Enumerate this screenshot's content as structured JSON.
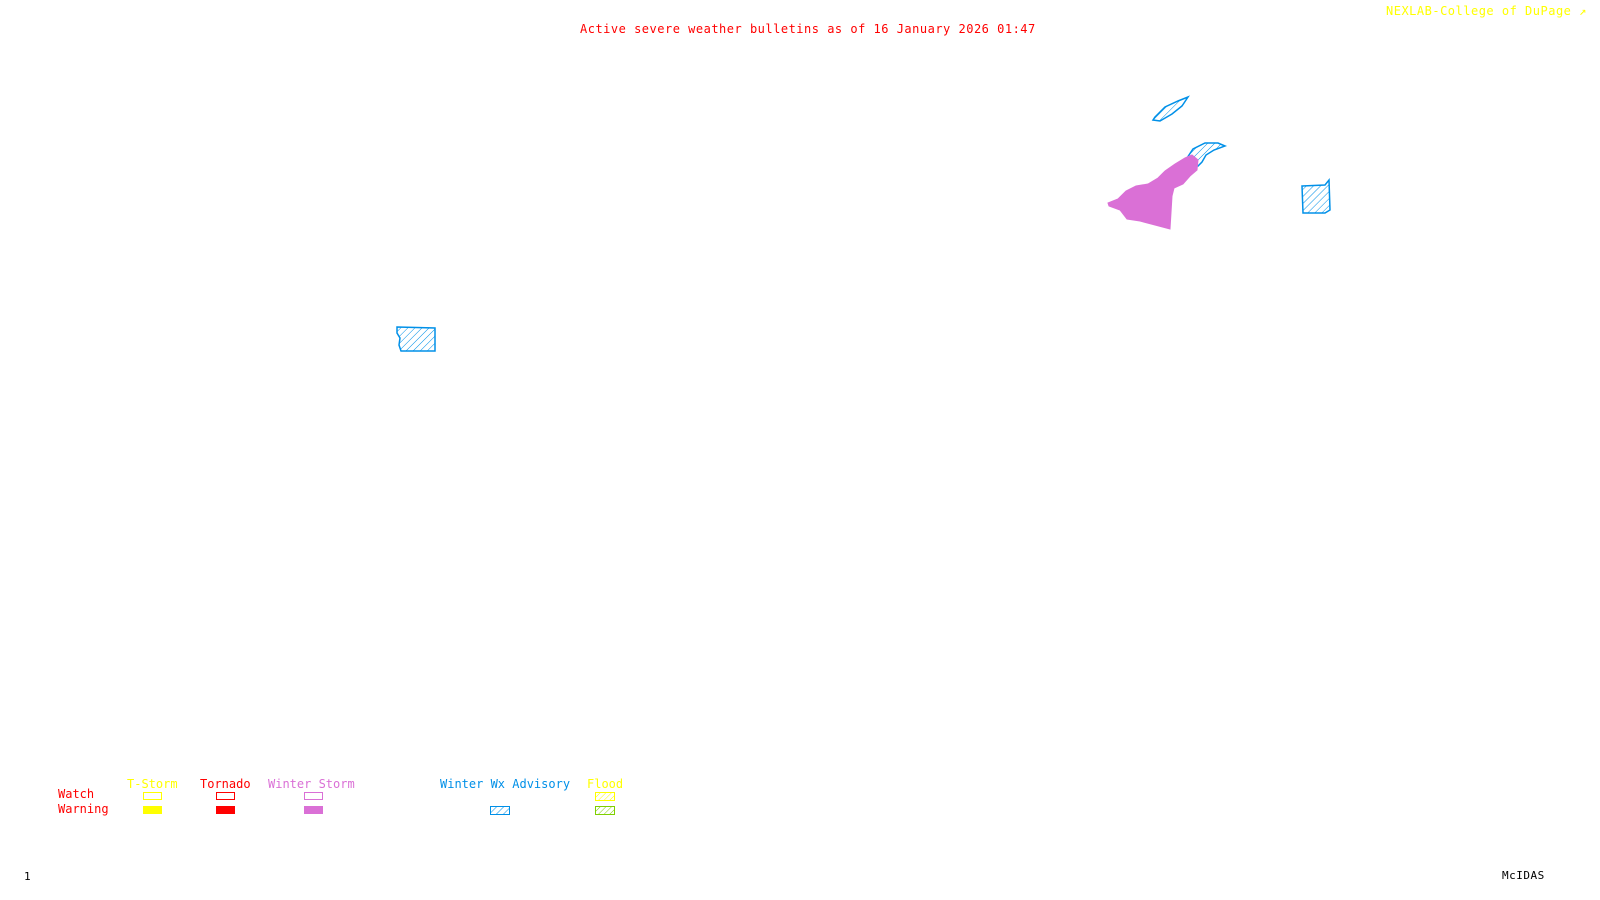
{
  "header": {
    "title": "Active severe weather bulletins as of 16 January 2026 01:47",
    "credit": "NEXLAB-College of DuPage"
  },
  "footer": {
    "frame_number": "1",
    "software": "McIDAS"
  },
  "colors": {
    "title": "#ff0000",
    "credit": "#ffff00",
    "tstorm": "#ffff00",
    "tornado": "#ff0000",
    "winter_storm": "#da70d6",
    "winter_wx_advisory": "#0090e8",
    "flood_watch": "#ffff00",
    "flood_warning": "#7fd000"
  },
  "legend": {
    "rows": {
      "watch": "Watch",
      "warning": "Warning"
    },
    "categories": [
      {
        "name": "T-Storm",
        "watch": "outline",
        "warning": "filled"
      },
      {
        "name": "Tornado",
        "watch": "outline",
        "warning": "filled"
      },
      {
        "name": "Winter Storm",
        "watch": "outline",
        "warning": "filled"
      },
      {
        "name": "Winter Wx Advisory",
        "watch": null,
        "warning": "hatched"
      },
      {
        "name": "Flood",
        "watch": "hatched",
        "warning": "hatched"
      }
    ]
  },
  "bulletins": [
    {
      "type": "Winter Wx Advisory",
      "region": "west-central"
    },
    {
      "type": "Winter Wx Advisory",
      "region": "northeast-lake"
    },
    {
      "type": "Winter Wx Advisory",
      "region": "northeast-coast"
    },
    {
      "type": "Winter Storm Warning",
      "region": "northeast"
    },
    {
      "type": "Winter Wx Advisory",
      "region": "far-northeast"
    }
  ]
}
